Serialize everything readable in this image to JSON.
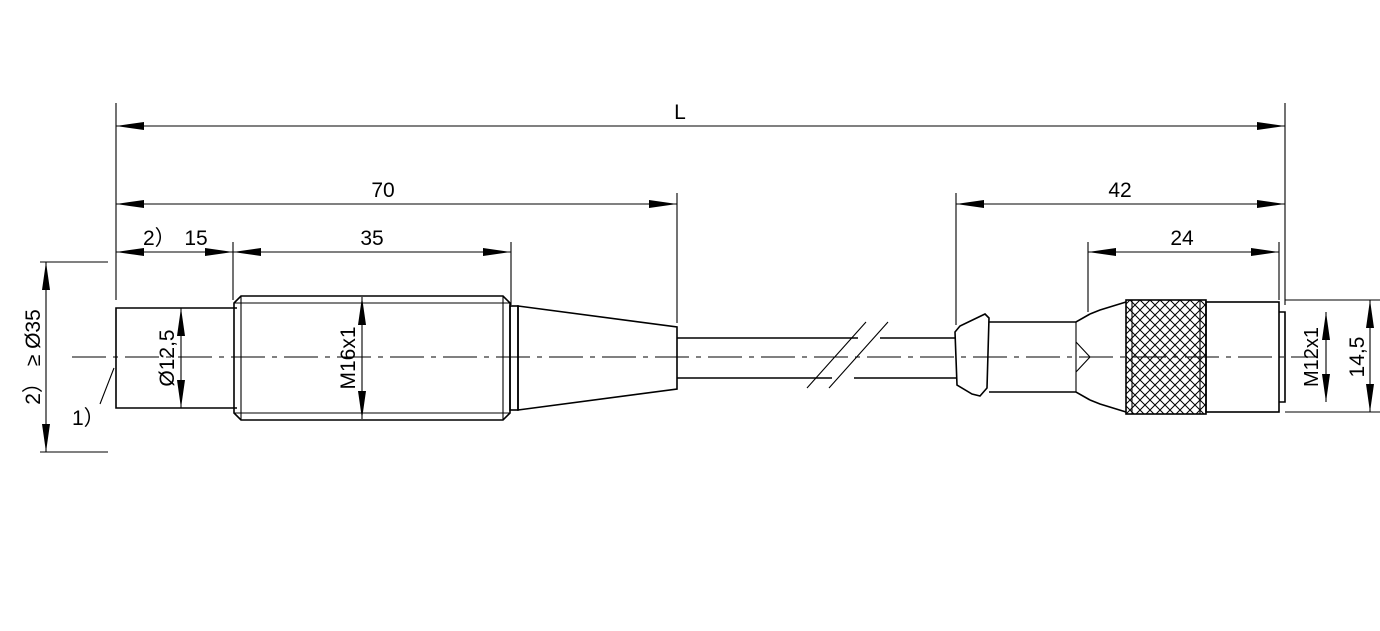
{
  "dimensions": {
    "total_length": "L",
    "male_length": "70",
    "note2_label": "2）",
    "male_front": "15",
    "thread_length_male": "35",
    "female_length": "42",
    "female_knurl_length": "24",
    "pipe_diameter": "Ø12,5",
    "thread_male": "M16x1",
    "thread_female": "M12x1",
    "female_diameter": "14,5",
    "bend_note": "2） ≥ Ø35",
    "note1_label": "1）"
  }
}
